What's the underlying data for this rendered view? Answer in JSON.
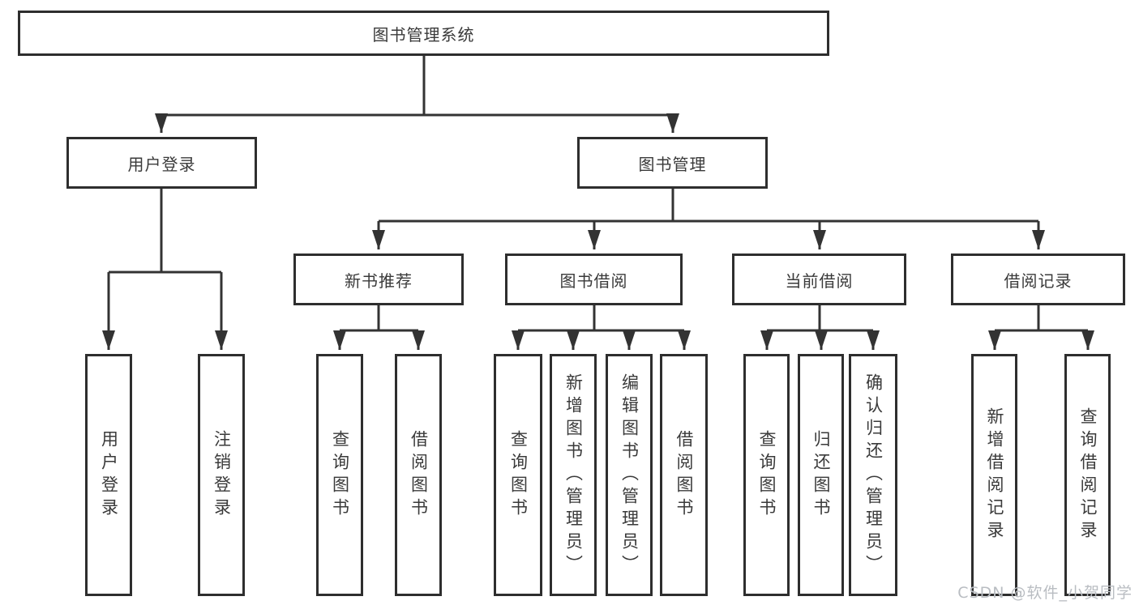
{
  "tree": {
    "label": "图书管理系统",
    "children": [
      {
        "label": "用户登录",
        "children": [
          {
            "label": "用户登录"
          },
          {
            "label": "注销登录"
          }
        ]
      },
      {
        "label": "图书管理",
        "children": [
          {
            "label": "新书推荐",
            "children": [
              {
                "label": "查询图书"
              },
              {
                "label": "借阅图书"
              }
            ]
          },
          {
            "label": "图书借阅",
            "children": [
              {
                "label": "查询图书"
              },
              {
                "label": "新增图书（管理员）"
              },
              {
                "label": "编辑图书（管理员）"
              },
              {
                "label": "借阅图书"
              }
            ]
          },
          {
            "label": "当前借阅",
            "children": [
              {
                "label": "查询图书"
              },
              {
                "label": "归还图书"
              },
              {
                "label": "确认归还（管理员）"
              }
            ]
          },
          {
            "label": "借阅记录",
            "children": [
              {
                "label": "新增借阅记录"
              },
              {
                "label": "查询借阅记录"
              }
            ]
          }
        ]
      }
    ]
  },
  "watermark": {
    "text": "CSDN @软件_小贺同学"
  },
  "colors": {
    "line": "#333333",
    "box_border": "#2e2e2e",
    "text": "#3a3a3a",
    "watermark": "#b9bdc2",
    "background": "#ffffff"
  }
}
